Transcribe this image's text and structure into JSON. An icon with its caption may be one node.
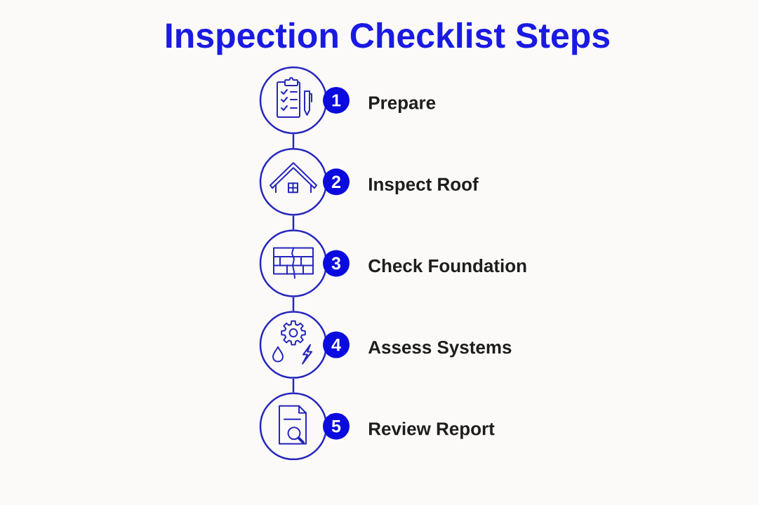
{
  "diagram": {
    "title": "Inspection Checklist Steps",
    "nodes": [
      {
        "text": [],
        "shape": "circle"
      },
      {
        "text": [
          "1"
        ],
        "beside": [
          "Prepare"
        ]
      },
      {
        "text": [],
        "shape": "circle"
      },
      {
        "text": [
          "2"
        ],
        "beside": [
          "Inspect Roof"
        ]
      },
      {
        "text": [],
        "shape": "circle"
      },
      {
        "text": [
          "3"
        ],
        "beside": [
          "Check Foundation"
        ]
      },
      {
        "text": [],
        "shape": "circle"
      },
      {
        "text": [
          "4"
        ],
        "beside": [
          "Assess Systems"
        ]
      },
      {
        "text": [],
        "shape": "circle"
      },
      {
        "text": [
          "5"
        ],
        "beside": [
          "Review Report"
        ]
      }
    ],
    "edges": [
      {
        "from": 0,
        "to": 2,
        "arrow": "none"
      },
      {
        "from": 2,
        "to": 4,
        "arrow": "none"
      },
      {
        "from": 4,
        "to": 6,
        "arrow": "none"
      },
      {
        "from": 6,
        "to": 8,
        "arrow": "none"
      }
    ]
  }
}
